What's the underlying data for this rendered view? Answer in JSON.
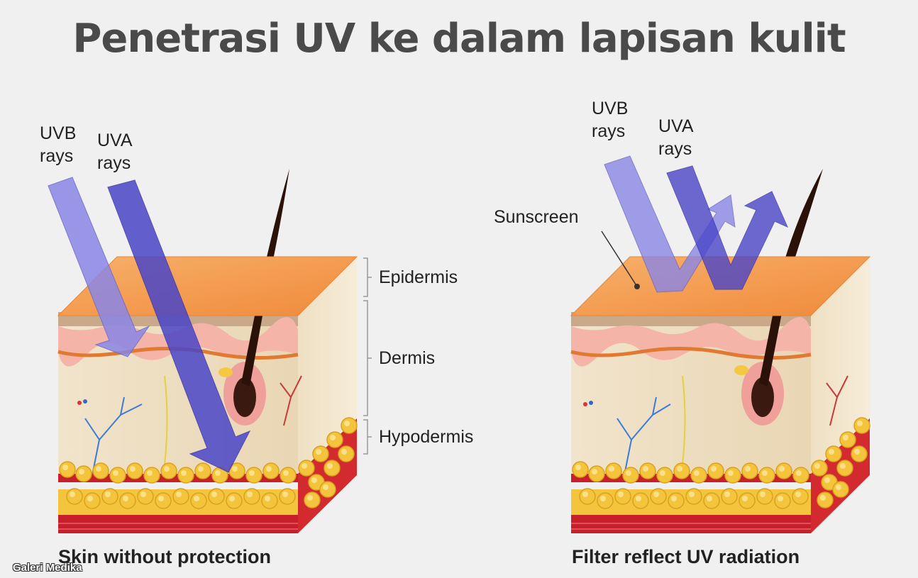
{
  "title": "Penetrasi UV ke dalam lapisan kulit",
  "left_panel": {
    "uvb_label": [
      "UVB",
      "rays"
    ],
    "uva_label": [
      "UVA",
      "rays"
    ],
    "layers": [
      "Epidermis",
      "Dermis",
      "Hypodermis"
    ],
    "caption": "Skin without protection"
  },
  "right_panel": {
    "uvb_label": [
      "UVB",
      "rays"
    ],
    "uva_label": [
      "UVA",
      "rays"
    ],
    "sunscreen_label": "Sunscreen",
    "caption": "Filter reflect UV radiation"
  },
  "credit": "Galeri Medika",
  "colors": {
    "uvb": "#8a86e6",
    "uva": "#4a46c8",
    "epidermis": "#f4a460",
    "dermis": "#f3e6cf",
    "fat": "#f5c842",
    "muscle": "#c8202a"
  }
}
